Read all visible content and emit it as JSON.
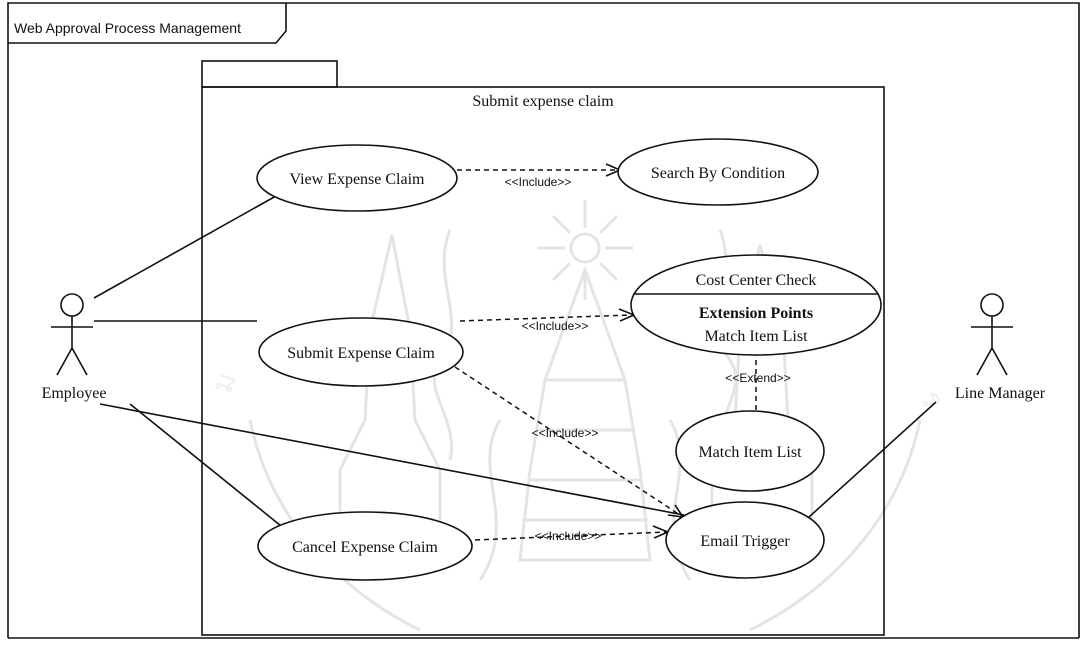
{
  "frame": {
    "title": "Web Approval Process Management"
  },
  "package": {
    "title": "Submit expense claim"
  },
  "actors": {
    "employee": "Employee",
    "line_manager": "Line Manager"
  },
  "use_cases": {
    "view_expense_claim": "View Expense Claim",
    "search_by_condition": "Search By Condition",
    "cost_center_check": "Cost Center Check",
    "extension_points_heading": "Extension Points",
    "extension_point_item": "Match Item List",
    "submit_expense_claim": "Submit Expense Claim",
    "match_item_list": "Match Item List",
    "cancel_expense_claim": "Cancel Expense Claim",
    "email_trigger": "Email Trigger"
  },
  "stereotypes": {
    "include_view_search": "<<Include>>",
    "include_submit_cost": "<<Include>>",
    "extend_match_cost": "<<Extend>>",
    "include_submit_email": "<<Include>>",
    "include_cancel_email": "<<Include>>"
  }
}
